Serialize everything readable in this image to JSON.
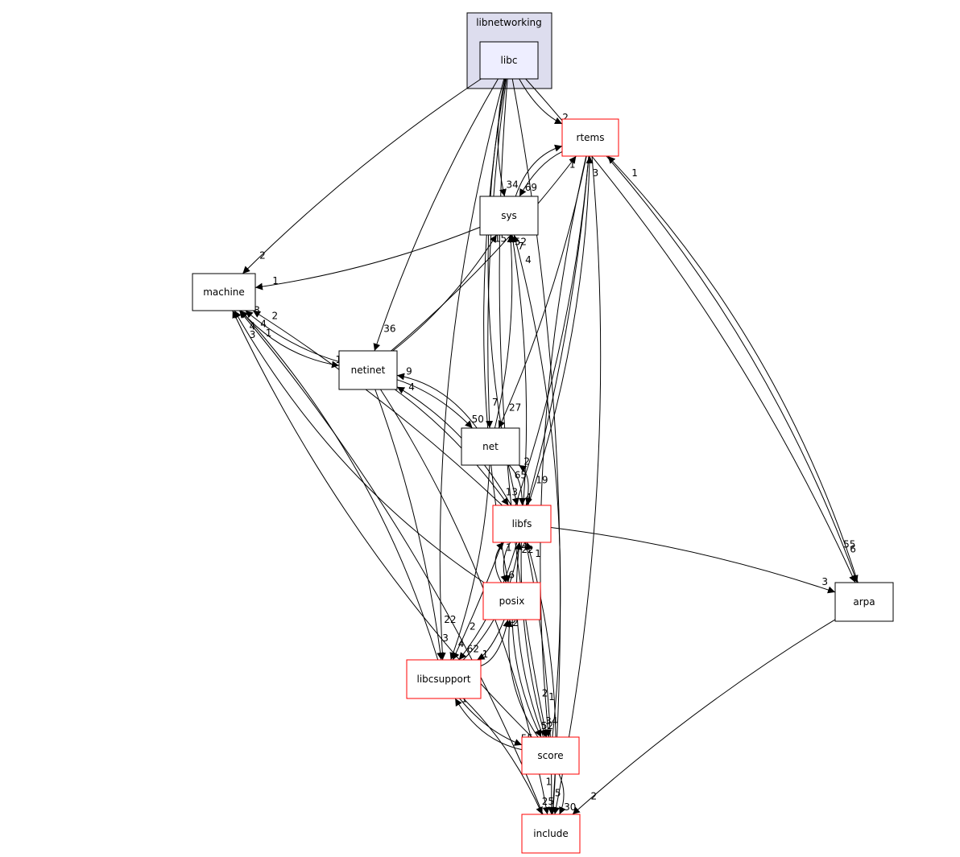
{
  "cluster": {
    "label": "libnetworking",
    "fill": "#ddddee",
    "stroke": "#000000"
  },
  "colors": {
    "normal_border": "#000000",
    "red_border": "#ff0000",
    "focus_fill": "#eeeeff",
    "node_fill": "#ffffff"
  },
  "nodes": [
    {
      "id": "libc",
      "label": "libc",
      "style": "focus"
    },
    {
      "id": "rtems",
      "label": "rtems",
      "style": "red"
    },
    {
      "id": "sys",
      "label": "sys",
      "style": "normal"
    },
    {
      "id": "machine",
      "label": "machine",
      "style": "normal"
    },
    {
      "id": "netinet",
      "label": "netinet",
      "style": "normal"
    },
    {
      "id": "net",
      "label": "net",
      "style": "normal"
    },
    {
      "id": "libfs",
      "label": "libfs",
      "style": "red"
    },
    {
      "id": "posix",
      "label": "posix",
      "style": "red"
    },
    {
      "id": "arpa",
      "label": "arpa",
      "style": "normal"
    },
    {
      "id": "libcsupport",
      "label": "libcsupport",
      "style": "red"
    },
    {
      "id": "score",
      "label": "score",
      "style": "red"
    },
    {
      "id": "include",
      "label": "include",
      "style": "red"
    }
  ],
  "edges": [
    {
      "from": "libc",
      "to": "rtems",
      "label": "2"
    },
    {
      "from": "libc",
      "to": "sys",
      "label": "34"
    },
    {
      "from": "libc",
      "to": "machine",
      "label": "2"
    },
    {
      "from": "libc",
      "to": "netinet",
      "label": "36"
    },
    {
      "from": "libc",
      "to": "net",
      "label": "7"
    },
    {
      "from": "libc",
      "to": "libfs",
      "label": "65"
    },
    {
      "from": "libc",
      "to": "posix",
      "label": "1"
    },
    {
      "from": "libc",
      "to": "arpa",
      "label": "55"
    },
    {
      "from": "libc",
      "to": "libcsupport",
      "label": "22"
    },
    {
      "from": "libc",
      "to": "score",
      "label": "2"
    },
    {
      "from": "libc",
      "to": "include",
      "label": "2"
    },
    {
      "from": "rtems",
      "to": "sys",
      "label": "69"
    },
    {
      "from": "rtems",
      "to": "net",
      "label": "27"
    },
    {
      "from": "rtems",
      "to": "libfs",
      "label": "19"
    },
    {
      "from": "rtems",
      "to": "arpa",
      "label": "6"
    },
    {
      "from": "rtems",
      "to": "libcsupport",
      "label": "2"
    },
    {
      "from": "rtems",
      "to": "score",
      "label": "1"
    },
    {
      "from": "rtems",
      "to": "include",
      "label": "2"
    },
    {
      "from": "sys",
      "to": "rtems",
      "label": "4"
    },
    {
      "from": "sys",
      "to": "machine",
      "label": "1"
    },
    {
      "from": "netinet",
      "to": "rtems",
      "label": "1"
    },
    {
      "from": "netinet",
      "to": "sys",
      "label": "153"
    },
    {
      "from": "netinet",
      "to": "machine",
      "label": "8"
    },
    {
      "from": "netinet",
      "to": "net",
      "label": "50"
    },
    {
      "from": "netinet",
      "to": "libfs",
      "label": "13"
    },
    {
      "from": "netinet",
      "to": "libcsupport",
      "label": "3"
    },
    {
      "from": "netinet",
      "to": "include",
      "label": "1"
    },
    {
      "from": "machine",
      "to": "netinet",
      "label": "1"
    },
    {
      "from": "net",
      "to": "sys",
      "label": "52"
    },
    {
      "from": "net",
      "to": "netinet",
      "label": "9"
    },
    {
      "from": "net",
      "to": "libfs",
      "label": "4"
    },
    {
      "from": "net",
      "to": "libcsupport",
      "label": "4"
    },
    {
      "from": "libfs",
      "to": "rtems",
      "label": "3"
    },
    {
      "from": "libfs",
      "to": "sys",
      "label": "7"
    },
    {
      "from": "libfs",
      "to": "machine",
      "label": "2"
    },
    {
      "from": "libfs",
      "to": "netinet",
      "label": "4"
    },
    {
      "from": "libfs",
      "to": "net",
      "label": "2"
    },
    {
      "from": "libfs",
      "to": "posix",
      "label": "6"
    },
    {
      "from": "libfs",
      "to": "arpa",
      "label": "3"
    },
    {
      "from": "libfs",
      "to": "libcsupport",
      "label": "62"
    },
    {
      "from": "libfs",
      "to": "score",
      "label": "34"
    },
    {
      "from": "libfs",
      "to": "include",
      "label": "5"
    },
    {
      "from": "posix",
      "to": "libfs",
      "label": "218"
    },
    {
      "from": "posix",
      "to": "machine",
      "label": "4"
    },
    {
      "from": "posix",
      "to": "libcsupport",
      "label": "1"
    },
    {
      "from": "posix",
      "to": "score",
      "label": "52"
    },
    {
      "from": "libcsupport",
      "to": "libfs",
      "label": "4"
    },
    {
      "from": "libcsupport",
      "to": "machine",
      "label": "4"
    },
    {
      "from": "libcsupport",
      "to": "posix",
      "label": "5"
    },
    {
      "from": "libcsupport",
      "to": "score",
      "label": "55"
    },
    {
      "from": "libcsupport",
      "to": "include",
      "label": "25"
    },
    {
      "from": "score",
      "to": "libfs",
      "label": "22"
    },
    {
      "from": "score",
      "to": "sys",
      "label": "4"
    },
    {
      "from": "score",
      "to": "machine",
      "label": "3"
    },
    {
      "from": "score",
      "to": "posix",
      "label": "2"
    },
    {
      "from": "score",
      "to": "libcsupport",
      "label": "1"
    },
    {
      "from": "score",
      "to": "include",
      "label": "30"
    },
    {
      "from": "include",
      "to": "machine",
      "label": "1"
    },
    {
      "from": "include",
      "to": "libfs",
      "label": "1"
    },
    {
      "from": "arpa",
      "to": "rtems",
      "label": "1"
    },
    {
      "from": "arpa",
      "to": "include",
      "label": "2"
    }
  ]
}
